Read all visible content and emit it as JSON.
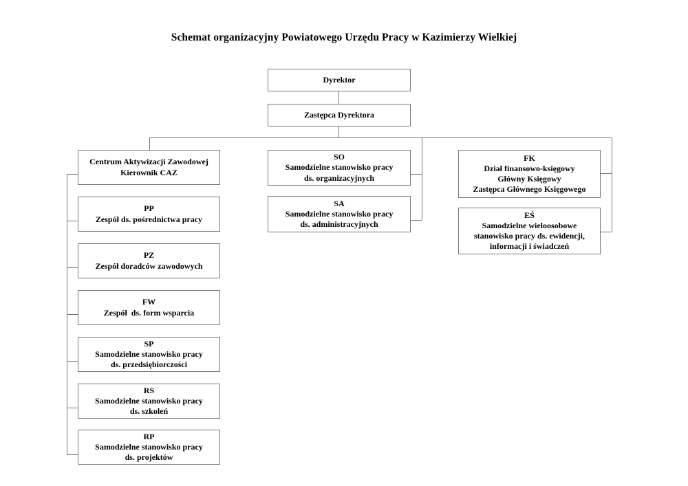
{
  "title": "Schemat organizacyjny Powiatowego Urzędu Pracy w Kazimierzy Wielkiej",
  "colors": {
    "background": "#ffffff",
    "line": "#767676",
    "text": "#000000"
  },
  "nodes": {
    "dyrektor": {
      "lines": [
        "Dyrektor"
      ]
    },
    "zastepca": {
      "lines": [
        "Zastępca Dyrektora"
      ]
    },
    "caz": {
      "lines": [
        "Centrum Aktywizacji Zawodowej",
        "Kierownik CAZ"
      ]
    },
    "pp": {
      "lines": [
        "PP",
        "Zespół ds. pośrednictwa pracy"
      ]
    },
    "pz": {
      "lines": [
        "PZ",
        "Zespół doradców zawodowych"
      ]
    },
    "fw": {
      "lines": [
        "FW",
        "Zespół  ds. form wsparcia"
      ]
    },
    "sp": {
      "lines": [
        "SP",
        "Samodzielne stanowisko pracy",
        "ds. przedsiębiorczości"
      ]
    },
    "rs": {
      "lines": [
        "RS",
        "Samodzielne stanowisko pracy",
        "ds. szkoleń"
      ]
    },
    "rp": {
      "lines": [
        "RP",
        "Samodzielne stanowisko pracy",
        "ds. projektów"
      ]
    },
    "so": {
      "lines": [
        "SO",
        "Samodzielne stanowisko pracy",
        "ds. organizacyjnych"
      ]
    },
    "sa": {
      "lines": [
        "SA",
        "Samodzielne stanowisko pracy",
        "ds. administracyjnych"
      ]
    },
    "fk": {
      "lines": [
        "FK",
        "Dział finansowo-księgowy",
        "Główny Księgowy",
        "Zastępca Głównego Księgowego"
      ]
    },
    "es": {
      "lines": [
        "EŚ",
        "Samodzielne wieloosobowe",
        "stanowisko pracy ds. ewidencji,",
        "informacji i świadczeń"
      ]
    }
  }
}
